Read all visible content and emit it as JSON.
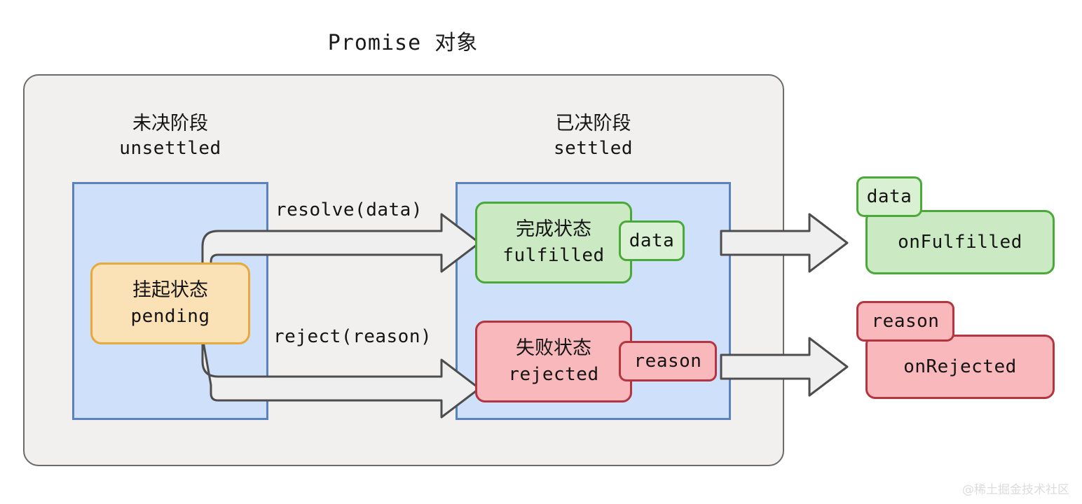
{
  "title": "Promise 对象",
  "container": {
    "name": "promise-object-container",
    "fill": "#f1f0ef",
    "border": "#6b6b6b"
  },
  "phases": [
    {
      "id": "unsettled",
      "heading_cn": "未决阶段",
      "heading_en": "unsettled",
      "fill": "#cfe0fa",
      "border": "#5a82be"
    },
    {
      "id": "settled",
      "heading_cn": "已决阶段",
      "heading_en": "settled",
      "fill": "#cfe0fa",
      "border": "#5a82be"
    }
  ],
  "states": {
    "pending": {
      "cn": "挂起状态",
      "en": "pending",
      "fill": "#fbe1b6",
      "border": "#e8a93b"
    },
    "fulfilled": {
      "cn": "完成状态",
      "en": "fulfilled",
      "fill": "#cbeac4",
      "border": "#4aa938",
      "badge": "data"
    },
    "rejected": {
      "cn": "失败状态",
      "en": "rejected",
      "fill": "#f9b8bc",
      "border": "#b4353f",
      "badge": "reason"
    }
  },
  "transitions": {
    "resolve": "resolve(data)",
    "reject": "reject(reason)"
  },
  "handlers": {
    "fulfilled": {
      "label": "onFulfilled",
      "badge": "data",
      "fill": "#cbeac4",
      "border": "#4aa938"
    },
    "rejected": {
      "label": "onRejected",
      "badge": "reason",
      "fill": "#f9b8bc",
      "border": "#b4353f"
    }
  },
  "arrows": {
    "fill": "#efefef",
    "stroke": "#4d4d4d"
  },
  "watermark": "@稀土掘金技术社区"
}
